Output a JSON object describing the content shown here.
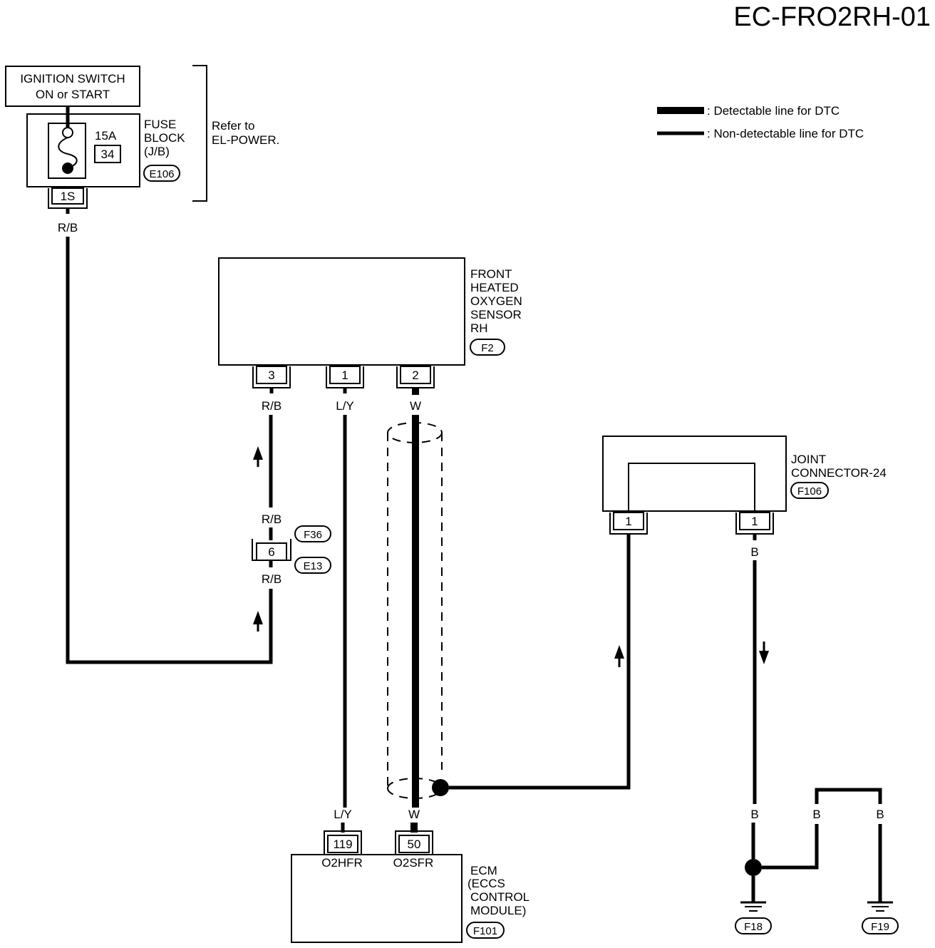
{
  "diagram_code": "EC-FRO2RH-01",
  "legend": {
    "detectable": ": Detectable line for DTC",
    "non_detectable": ": Non-detectable line for DTC"
  },
  "ignition": {
    "line1": "IGNITION SWITCH",
    "line2": "ON or START"
  },
  "fuse_block": {
    "label1": "FUSE",
    "label2": "BLOCK",
    "label3": "(J/B)",
    "amp": "15A",
    "number": "34",
    "connector_id": "E106",
    "pin": "1S",
    "refer1": "Refer to",
    "refer2": "EL-POWER."
  },
  "sensor": {
    "line1": "FRONT",
    "line2": "HEATED",
    "line3": "OXYGEN",
    "line4": "SENSOR",
    "line5": "RH",
    "connector_id": "F2",
    "pins": [
      "3",
      "1",
      "2"
    ]
  },
  "joint": {
    "line1": "JOINT",
    "line2": "CONNECTOR-24",
    "connector_id": "F106",
    "pins": [
      "1",
      "1"
    ]
  },
  "inline_connector": {
    "pin": "6",
    "id_top": "F36",
    "id_bottom": "E13"
  },
  "ecm": {
    "line1": "ECM",
    "line2": "(ECCS",
    "line3": "CONTROL",
    "line4": "MODULE)",
    "connector_id": "F101",
    "pins": [
      "119",
      "50"
    ],
    "terminals": [
      "O2HFR",
      "O2SFR"
    ]
  },
  "wire_colors": {
    "rb_fuse": "R/B",
    "rb_sensor": "R/B",
    "rb_conn_top": "R/B",
    "rb_conn_bottom": "R/B",
    "ly_sensor": "L/Y",
    "w_sensor": "W",
    "ly_ecm": "L/Y",
    "w_ecm": "W",
    "b_joint": "B",
    "b_ground1": "B",
    "b_ground2": "B",
    "b_ground3": "B"
  },
  "grounds": [
    "F18",
    "F19"
  ]
}
